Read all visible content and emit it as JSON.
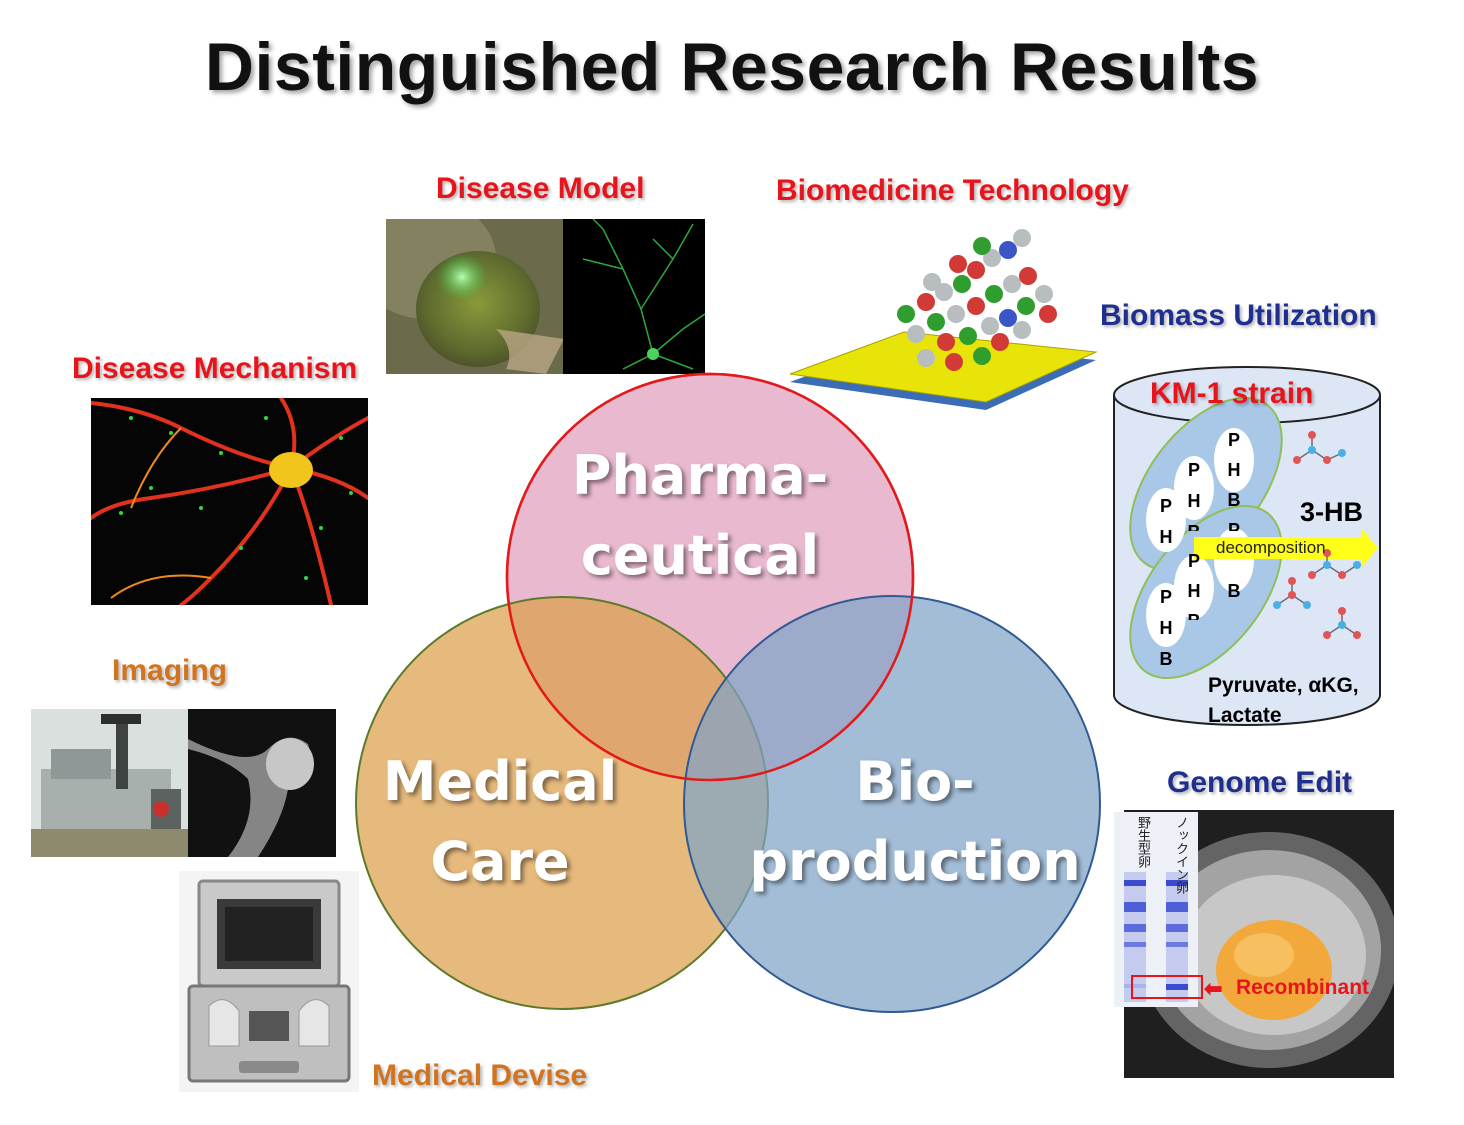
{
  "title": "Distinguished Research Results",
  "labels": {
    "disease_model": "Disease Model",
    "biomedicine_technology": "Biomedicine Technology",
    "biomass_utilization": "Biomass Utilization",
    "disease_mechanism": "Disease Mechanism",
    "imaging": "Imaging",
    "medical_devise": "Medical Devise",
    "genome_edit": "Genome Edit"
  },
  "venn": {
    "pharma": {
      "line1": "Pharma-",
      "line2": "ceutical",
      "fill": "#e9b9d0",
      "stroke": "#e31a1c"
    },
    "medical": {
      "line1": "Medical",
      "line2": "Care",
      "fill": "#dd9e4a",
      "stroke": "#5b7a2a"
    },
    "bio": {
      "line1": "Bio-",
      "line2": "production",
      "fill": "#7fa3c8",
      "stroke": "#2f5a93"
    }
  },
  "km1": {
    "title": "KM-1 strain",
    "phb_letters": [
      "P",
      "H",
      "B"
    ],
    "product": "3-HB",
    "arrow_label": "decomposition",
    "sources_line1": "Pyruvate, αKG,",
    "sources_line2": "Lactate"
  },
  "genome": {
    "gel_label_1": "野生型卵",
    "gel_label_2": "ノックイン卵",
    "recombinant": "Recombinant"
  },
  "colors": {
    "label_red": "#e8141b",
    "label_blue": "#1f2f8f",
    "label_orange": "#d2731f"
  }
}
